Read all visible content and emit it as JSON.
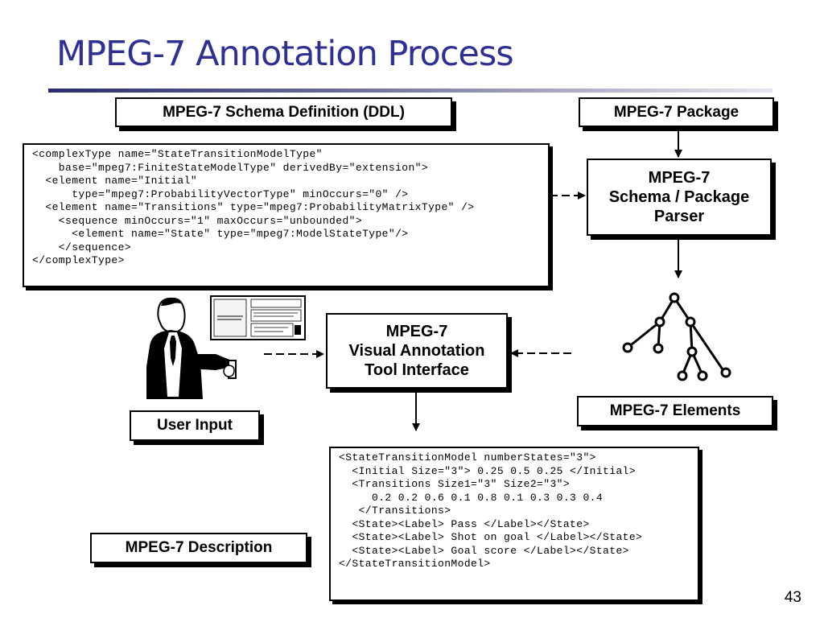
{
  "title": "MPEG-7 Annotation Process",
  "labels": {
    "schema_def": "MPEG-7 Schema Definition (DDL)",
    "package": "MPEG-7 Package",
    "parser_l1": "MPEG-7",
    "parser_l2": "Schema / Package",
    "parser_l3": "Parser",
    "tool_l1": "MPEG-7",
    "tool_l2": "Visual Annotation",
    "tool_l3": "Tool Interface",
    "user_input": "User Input",
    "elements": "MPEG-7 Elements",
    "description": "MPEG-7 Description"
  },
  "schema_code": "<complexType name=\"StateTransitionModelType\"\n    base=\"mpeg7:FiniteStateModelType\" derivedBy=\"extension\">\n  <element name=\"Initial\"\n      type=\"mpeg7:ProbabilityVectorType\" minOccurs=\"0\" />\n  <element name=\"Transitions\" type=\"mpeg7:ProbabilityMatrixType\" />\n    <sequence minOccurs=\"1\" maxOccurs=\"unbounded\">\n      <element name=\"State\" type=\"mpeg7:ModelStateType\"/>\n    </sequence>\n</complexType>",
  "description_code": "<StateTransitionModel numberStates=\"3\">\n  <Initial Size=\"3\"> 0.25 0.5 0.25 </Initial>\n  <Transitions Size1=\"3\" Size2=\"3\">\n     0.2 0.2 0.6 0.1 0.8 0.1 0.3 0.3 0.4\n   </Transitions>\n  <State><Label> Pass </Label></State>\n  <State><Label> Shot on goal </Label></State>\n  <State><Label> Goal score </Label></State>\n</StateTransitionModel>",
  "page_number": "43"
}
